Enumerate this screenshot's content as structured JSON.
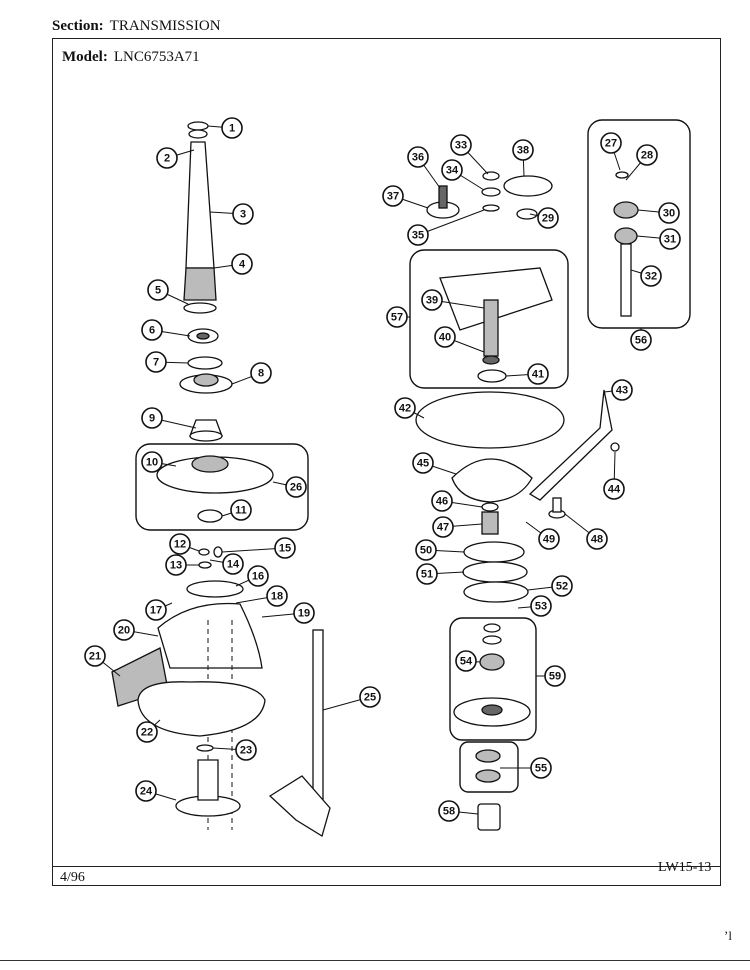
{
  "header": {
    "section_label": "Section:",
    "section_value": "TRANSMISSION",
    "model_label": "Model:",
    "model_value": "LNC6753A71"
  },
  "footer": {
    "date": "4/96",
    "page_code": "LW15-13",
    "corner_mark": "ʼl"
  },
  "callouts": [
    "1",
    "2",
    "3",
    "4",
    "5",
    "6",
    "7",
    "8",
    "9",
    "10",
    "11",
    "12",
    "13",
    "14",
    "15",
    "16",
    "17",
    "18",
    "19",
    "20",
    "21",
    "22",
    "23",
    "24",
    "25",
    "26",
    "27",
    "28",
    "29",
    "30",
    "31",
    "32",
    "33",
    "34",
    "35",
    "36",
    "37",
    "38",
    "39",
    "40",
    "41",
    "42",
    "43",
    "44",
    "45",
    "46",
    "47",
    "48",
    "49",
    "50",
    "51",
    "52",
    "53",
    "54",
    "55",
    "56",
    "57",
    "58",
    "59"
  ]
}
